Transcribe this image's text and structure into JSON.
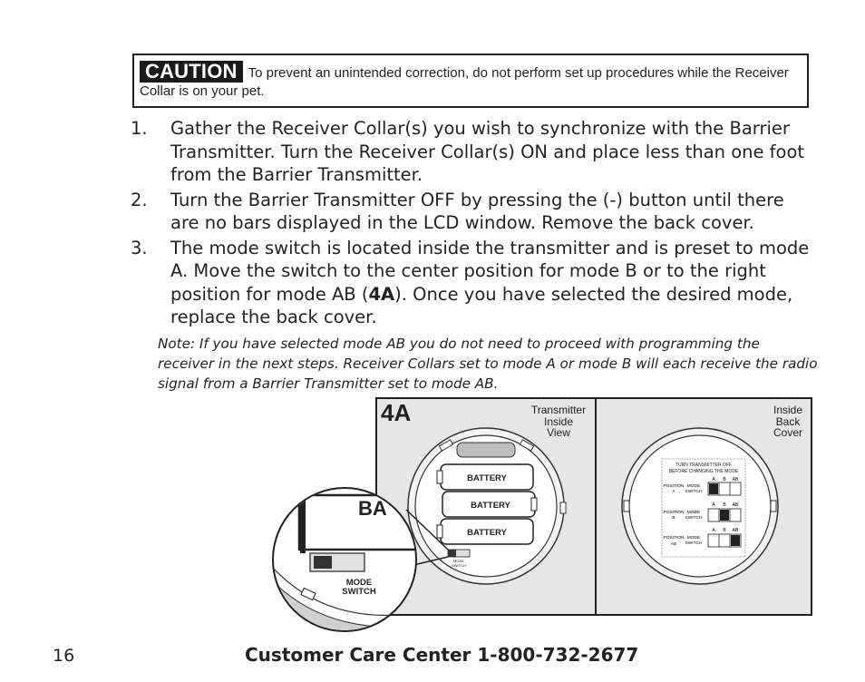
{
  "caution": {
    "badge": "CAUTION",
    "text": "To prevent an unintended correction, do not perform set up procedures while the Receiver Collar is on your pet."
  },
  "steps": [
    {
      "number": "1.",
      "text": "Gather the Receiver Collar(s) you wish to synchronize with the Barrier Transmitter. Turn the Receiver Collar(s) ON and place less than one foot from the Barrier Transmitter."
    },
    {
      "number": "2.",
      "text": "Turn the Barrier Transmitter OFF by pressing the (-) button until there are no bars displayed in the LCD window. Remove the back cover."
    },
    {
      "number": "3.",
      "text_before": "The mode switch is located inside the transmitter and is preset to mode A. Move the switch to the center position for mode B or to the right position for mode AB (",
      "emphasis": "4A",
      "text_after": "). Once you have selected the desired mode, replace the back cover."
    }
  ],
  "note": "Note: If you have selected mode AB you do not need to proceed with programming the receiver in the next steps. Receiver Collars set to mode A or mode B will each receive the radio signal from a Barrier Transmitter set to mode AB.",
  "figure": {
    "label": "4A",
    "left_caption": [
      "Transmitter",
      "Inside",
      "View"
    ],
    "right_caption": [
      "Inside",
      "Back",
      "Cover"
    ],
    "battery_label": "BATTERY",
    "magnifier_battery_text": "BA",
    "mode_switch_label": [
      "MODE",
      "SWITCH"
    ],
    "small_mode_switch_label": [
      "MODE",
      "SWITCH"
    ],
    "cover_sticker": {
      "title": [
        "TURN TRANSMITTER OFF",
        "BEFORE CHANGING THE MODE"
      ],
      "columns": [
        "A",
        "B",
        "AB"
      ],
      "rows": [
        {
          "position": [
            "POSITION",
            "A"
          ],
          "switch": [
            "MODE",
            "SWITCH"
          ],
          "active_index": 0
        },
        {
          "position": [
            "POSITION",
            "B"
          ],
          "switch": [
            "MODE",
            "SWITCH"
          ],
          "active_index": 1
        },
        {
          "position": [
            "POSITION",
            "AB"
          ],
          "switch": [
            "MODE",
            "SWITCH"
          ],
          "active_index": 2
        }
      ]
    }
  },
  "footer": {
    "page_number": "16",
    "customer_care": "Customer Care Center 1-800-732-2677"
  }
}
